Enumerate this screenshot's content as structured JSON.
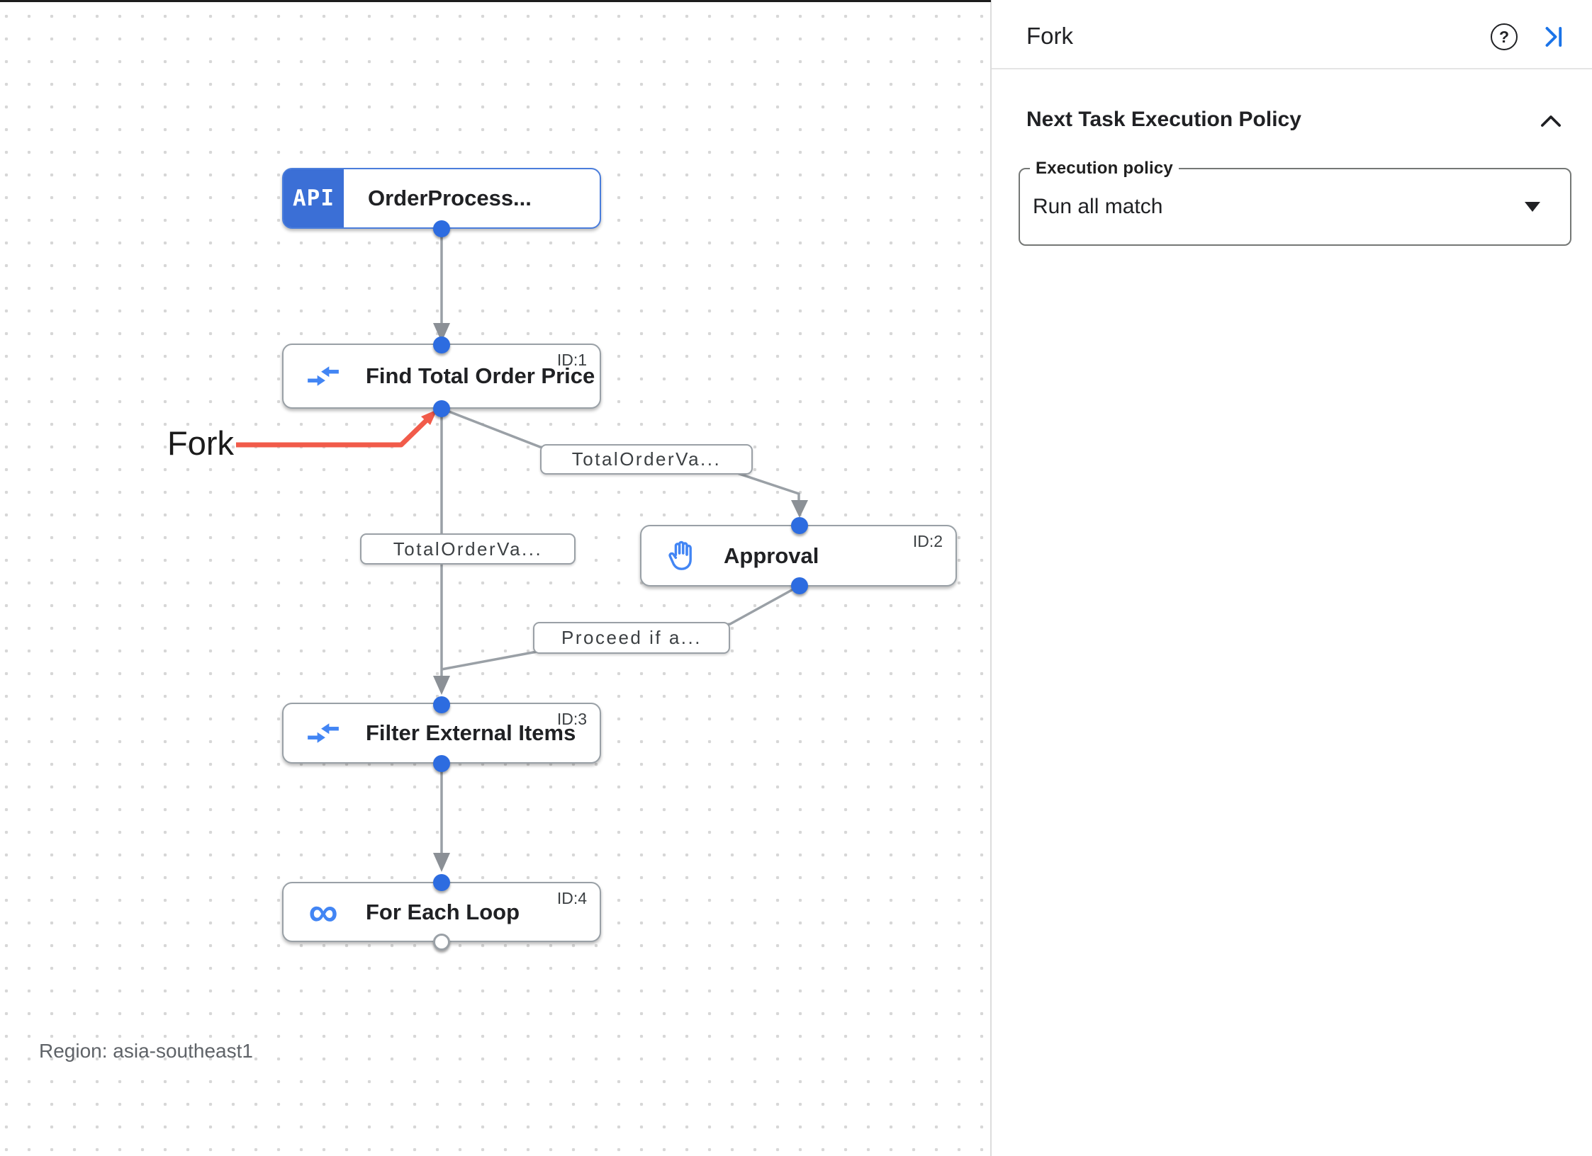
{
  "canvas": {
    "trigger": {
      "badge": "API",
      "title": "OrderProcess..."
    },
    "nodes": {
      "find": {
        "id": "ID:1",
        "title": "Find Total Order Price"
      },
      "approval": {
        "id": "ID:2",
        "title": "Approval"
      },
      "filter": {
        "id": "ID:3",
        "title": "Filter External Items"
      },
      "foreach": {
        "id": "ID:4",
        "title": "For Each Loop"
      }
    },
    "edge_labels": {
      "fork_right": "TotalOrderVa...",
      "fork_down": "TotalOrderVa...",
      "approval_out": "Proceed if a..."
    },
    "annotation": "Fork",
    "loop_glyph": "∞",
    "region": "Region: asia-southeast1"
  },
  "panel": {
    "title": "Fork",
    "help_glyph": "?",
    "section_title": "Next Task Execution Policy",
    "field_label": "Execution policy",
    "field_value": "Run all match"
  },
  "colors": {
    "accent_blue": "#4285F4",
    "dot_blue": "#2D6CE0",
    "edge_gray": "#9AA0A6",
    "annotation_red": "#F15B4A",
    "link_blue": "#1A73E8"
  }
}
